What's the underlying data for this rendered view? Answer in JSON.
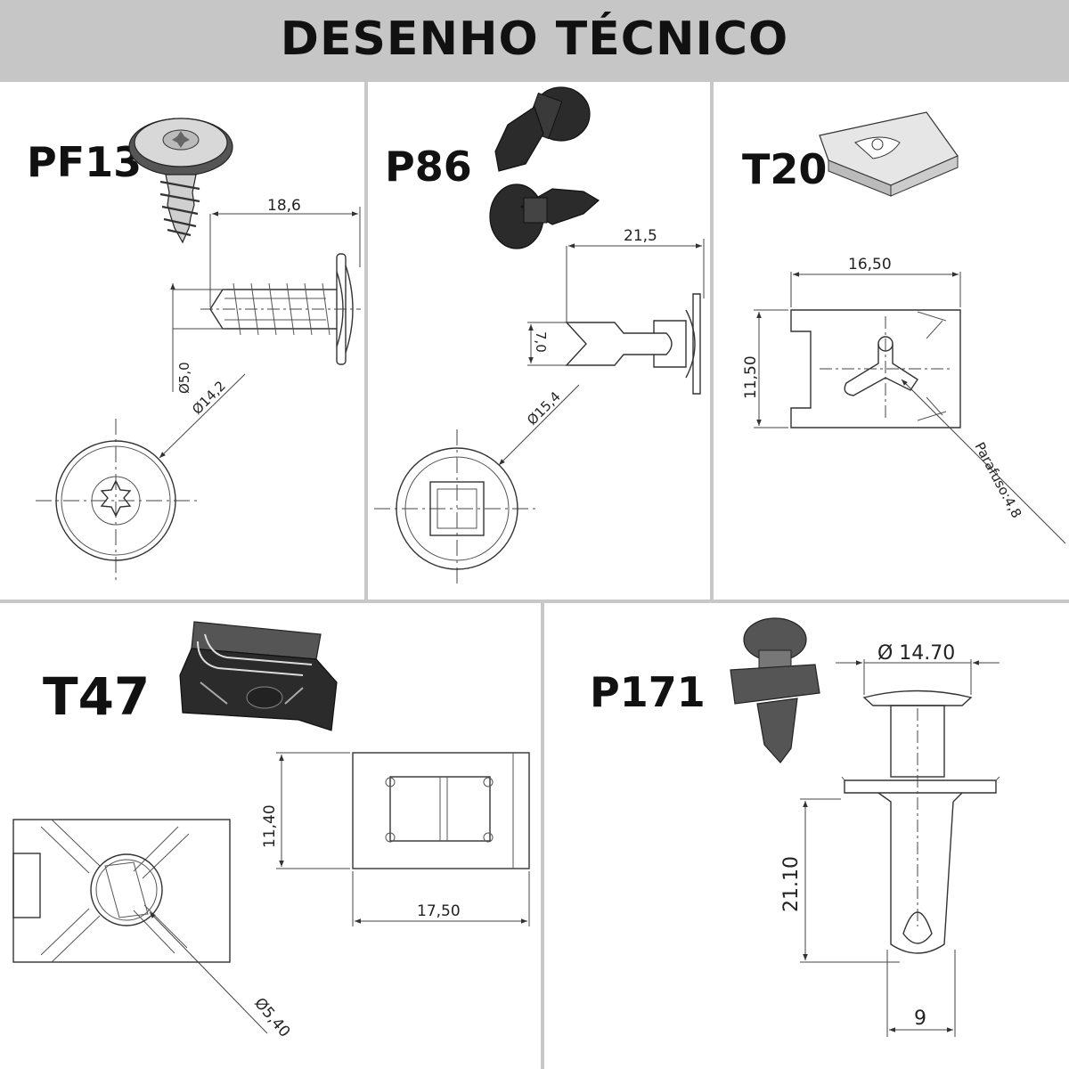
{
  "header": {
    "title": "DESENHO TÉCNICO",
    "background": "#c6c6c6"
  },
  "parts": {
    "pf13": {
      "code": "PF13",
      "length": "18,6",
      "thread_dia": "Ø5,0",
      "head_dia": "Ø14,2"
    },
    "p86": {
      "code": "P86",
      "length": "21,5",
      "body": "7,0",
      "head_dia": "Ø15,4"
    },
    "t20": {
      "code": "T20",
      "width": "16,50",
      "height": "11,50",
      "screw": "Parafuso:4,8"
    },
    "t47": {
      "code": "T47",
      "height": "11,40",
      "width": "17,50",
      "hole_dia": "Ø5,40"
    },
    "p171": {
      "code": "P171",
      "head_dia": "Ø 14.70",
      "length": "21.10",
      "shank": "9"
    }
  },
  "icons": [
    "screw-icon",
    "rivet-icon",
    "clip-icon",
    "push-pin-icon"
  ]
}
